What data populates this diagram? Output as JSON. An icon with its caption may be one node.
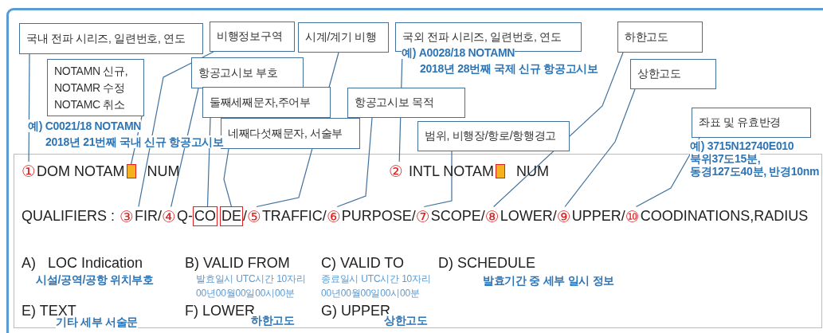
{
  "diagram": {
    "nodes": [
      {
        "text": [
          "국내 전파 시리즈,  일련번호, 연도"
        ]
      },
      {
        "text": [
          "비행정보구역"
        ]
      },
      {
        "text": [
          "시계/계기 비행"
        ]
      },
      {
        "text": [
          "국외 전파 시리즈,  일련번호, 연도"
        ],
        "beside": [
          "예) A0028/18 NOTAMN",
          "2018년 28번째 국제 신규 항공고시보"
        ]
      },
      {
        "text": [
          "하한고도"
        ]
      },
      {
        "text": [
          "NOTAMN 신규, NOTAMR 수정 NOTAMC 취소"
        ]
      },
      {
        "text": [
          "항공고시보 부호"
        ]
      },
      {
        "text": [
          "둘째세째문자,주어부"
        ]
      },
      {
        "text": [
          "네째다섯째문자, 서술부"
        ]
      },
      {
        "text": [
          "항공고시보 목적"
        ]
      },
      {
        "text": [
          "범위, 비행장/항로/항행경고"
        ]
      },
      {
        "text": [
          "상한고도"
        ]
      },
      {
        "text": [
          "좌표 및 유효반경"
        ],
        "beside": [
          "예) 3715N12740E010",
          "북위37도15분,",
          "동경127도40분, 반경10nm"
        ]
      },
      {
        "text": [
          "①",
          "DOM NOTAM"
        ]
      },
      {
        "text": [],
        "shape": "box"
      },
      {
        "text": [
          "②",
          "INTL NOTAM"
        ]
      },
      {
        "text": [],
        "shape": "box"
      },
      {
        "text": [
          "③",
          "FIR/"
        ]
      },
      {
        "text": [
          "④",
          "Q-"
        ]
      },
      {
        "text": [
          "CO"
        ]
      },
      {
        "text": [
          "DE"
        ]
      },
      {
        "text": [
          "⑤",
          "TRAFFIC/"
        ]
      },
      {
        "text": [
          "⑥",
          "PURPOSE/"
        ]
      },
      {
        "text": [
          "⑦",
          "SCOPE/"
        ]
      },
      {
        "text": [
          "⑧",
          "LOWER/"
        ]
      },
      {
        "text": [
          "⑨",
          "UPPER/"
        ]
      },
      {
        "text": [
          "⑩",
          "COODINATIONS,RADIUS"
        ]
      }
    ],
    "edges": [
      {
        "from": 0,
        "to": 13,
        "arrow": "none"
      },
      {
        "from": 5,
        "to": 14,
        "arrow": "none"
      },
      {
        "from": 1,
        "to": 17,
        "arrow": "none"
      },
      {
        "from": 6,
        "to": 18,
        "arrow": "none"
      },
      {
        "from": 7,
        "to": 19,
        "arrow": "none"
      },
      {
        "from": 8,
        "to": 20,
        "arrow": "none"
      },
      {
        "from": 2,
        "to": 21,
        "arrow": "none"
      },
      {
        "from": 9,
        "to": 22,
        "arrow": "none"
      },
      {
        "from": 10,
        "to": 23,
        "arrow": "none"
      },
      {
        "from": 3,
        "to": 15,
        "arrow": "none"
      },
      {
        "from": 4,
        "to": 24,
        "arrow": "none"
      },
      {
        "from": 11,
        "to": 25,
        "arrow": "none"
      },
      {
        "from": 12,
        "to": 26,
        "arrow": "none"
      }
    ],
    "labels": [
      "예) C0021/18 NOTAMN",
      "2018년 21번째 국내 신규 항공고시보",
      "NUM",
      "NUM",
      "QUALIFIERS :",
      "/",
      "A)",
      "LOC Indication",
      "시설/공역/공항 위치부호",
      "B) VALID FROM",
      "발효일시 UTC시간 10자리 00년00월00일00시00분",
      "C) VALID TO",
      "종료일시 UTC시간 10자리 00년00월00일00시00분",
      "D) SCHEDULE",
      "발효기간 중 세부 일시 정보",
      "E) TEXT",
      "기타 세부 서술문",
      "F) LOWER",
      "하한고도",
      "G) UPPER",
      "상한고도"
    ]
  }
}
